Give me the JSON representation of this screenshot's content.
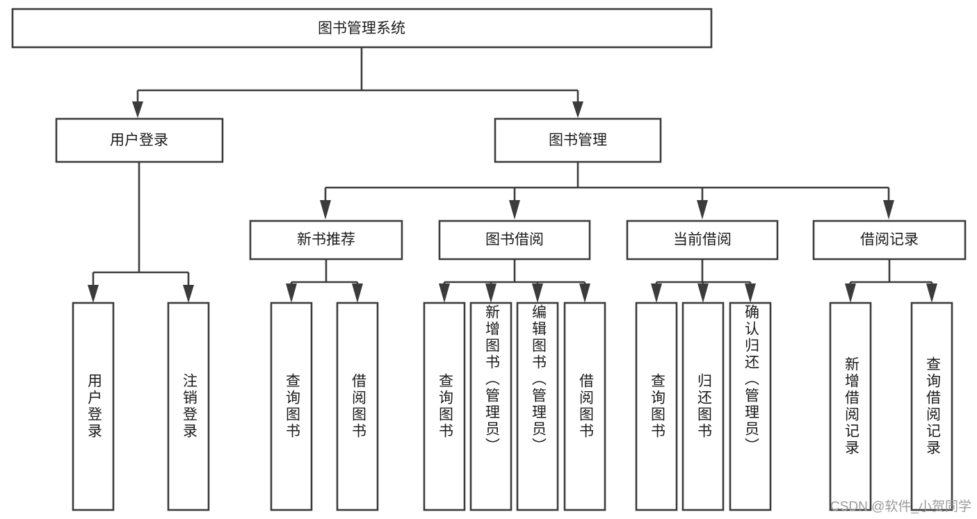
{
  "diagram": {
    "title": "图书管理系统",
    "watermark": "CSDN @软件_小贺同学",
    "colors": {
      "stroke": "#3b3b3b",
      "box_fill": "#ffffff",
      "text": "#1a1a1a",
      "background": "#ffffff",
      "watermark": "#9a9a9a"
    },
    "root": {
      "label": "图书管理系统"
    },
    "level2": [
      {
        "label": "用户登录"
      },
      {
        "label": "图书管理"
      }
    ],
    "level3": [
      {
        "label": "新书推荐"
      },
      {
        "label": "图书借阅"
      },
      {
        "label": "当前借阅"
      },
      {
        "label": "借阅记录"
      }
    ],
    "leaves": {
      "user_login": [
        {
          "label": "用户登录"
        },
        {
          "label": "注销登录"
        }
      ],
      "new_book_recommend": [
        {
          "label": "查询图书"
        },
        {
          "label": "借阅图书"
        }
      ],
      "book_borrow": [
        {
          "label": "查询图书"
        },
        {
          "label": "新增图书（管理员）"
        },
        {
          "label": "编辑图书（管理员）"
        },
        {
          "label": "借阅图书"
        }
      ],
      "current_borrow": [
        {
          "label": "查询图书"
        },
        {
          "label": "归还图书"
        },
        {
          "label": "确认归还（管理员）"
        }
      ],
      "borrow_record": [
        {
          "label": "新增借阅记录"
        },
        {
          "label": "查询借阅记录"
        }
      ]
    }
  }
}
